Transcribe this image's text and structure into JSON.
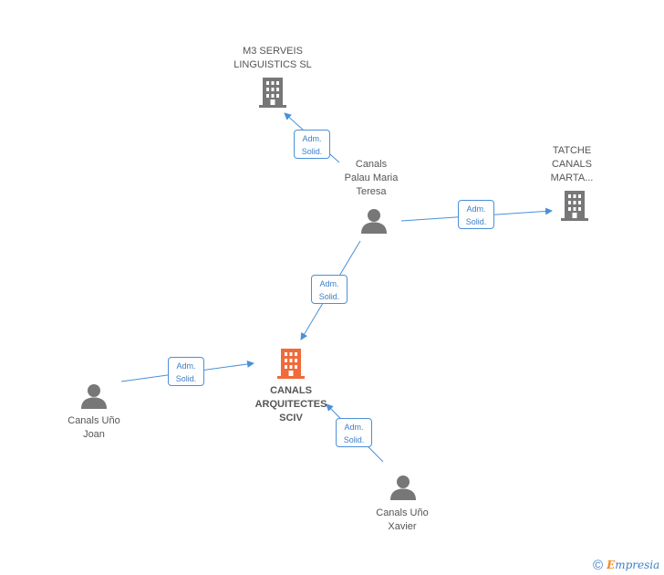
{
  "nodes": {
    "m3": {
      "label": "M3 SERVEIS\nLINGUISTICS SL",
      "kind": "company"
    },
    "tatche": {
      "label": "TATCHE\nCANALS\nMARTA...",
      "kind": "company"
    },
    "main": {
      "label": "CANALS\nARQUITECTES\nSCIV",
      "kind": "company-main"
    },
    "teresa": {
      "label": "Canals\nPalau Maria\nTeresa",
      "kind": "person"
    },
    "joan": {
      "label": "Canals Uño\nJoan",
      "kind": "person"
    },
    "xavier": {
      "label": "Canals Uño\nXavier",
      "kind": "person"
    }
  },
  "edges": [
    {
      "from": "teresa",
      "to": "m3",
      "line1": "Adm.",
      "line2": "Solid."
    },
    {
      "from": "teresa",
      "to": "tatche",
      "line1": "Adm.",
      "line2": "Solid."
    },
    {
      "from": "teresa",
      "to": "main",
      "line1": "Adm.",
      "line2": "Solid."
    },
    {
      "from": "joan",
      "to": "main",
      "line1": "Adm.",
      "line2": "Solid."
    },
    {
      "from": "xavier",
      "to": "main",
      "line1": "Adm.",
      "line2": "Solid."
    }
  ],
  "colors": {
    "edge": "#4a90d9",
    "company_icon": "#777777",
    "main_icon": "#f06a3a",
    "person_icon": "#777777"
  },
  "footer": {
    "copyright_symbol": "©",
    "brand_first": "E",
    "brand_rest": "mpresia"
  }
}
